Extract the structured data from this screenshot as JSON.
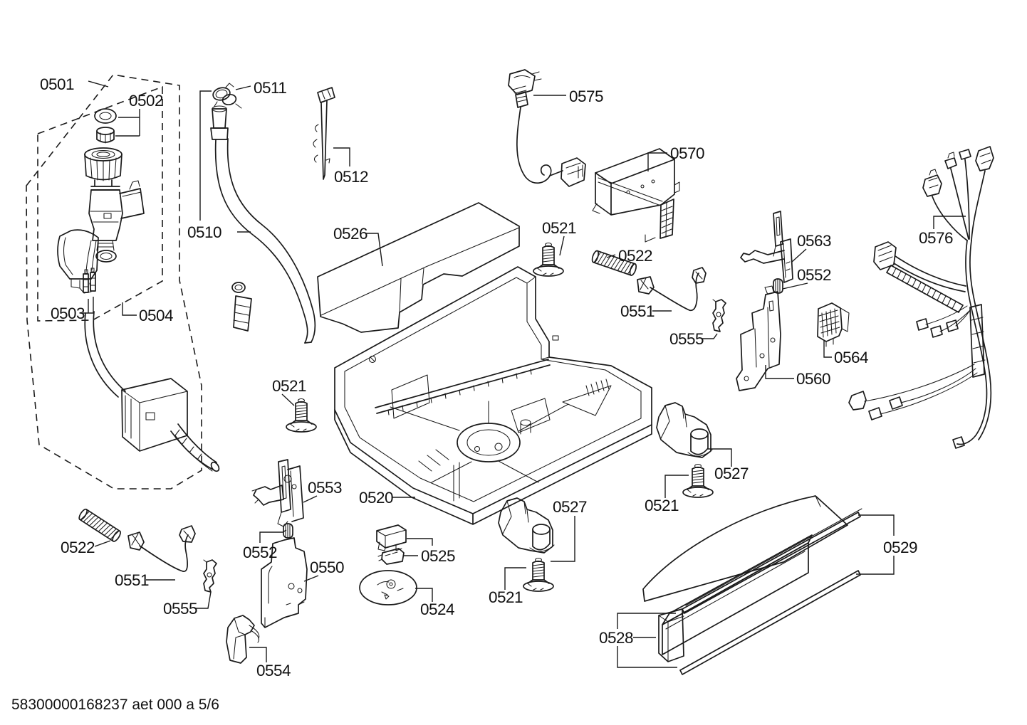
{
  "document": {
    "footer": "58300000168237 aet 000 a 5/6"
  },
  "colors": {
    "line": "#1a1a1a",
    "background": "#ffffff"
  },
  "callouts": {
    "c0501": "0501",
    "c0502": "0502",
    "c0503": "0503",
    "c0504": "0504",
    "c0510": "0510",
    "c0511": "0511",
    "c0512": "0512",
    "c0520": "0520",
    "c0521_top": "0521",
    "c0521_left": "0521",
    "c0521_bottom": "0521",
    "c0521_right": "0521",
    "c0522_top": "0522",
    "c0522_bottom": "0522",
    "c0524": "0524",
    "c0525": "0525",
    "c0526": "0526",
    "c0527_bottom": "0527",
    "c0527_right": "0527",
    "c0528": "0528",
    "c0529": "0529",
    "c0550": "0550",
    "c0551_top": "0551",
    "c0551_bottom": "0551",
    "c0552_right": "0552",
    "c0552_left": "0552",
    "c0553": "0553",
    "c0554": "0554",
    "c0555_top": "0555",
    "c0555_bottom": "0555",
    "c0560": "0560",
    "c0563": "0563",
    "c0564": "0564",
    "c0570": "0570",
    "c0575": "0575",
    "c0576": "0576"
  }
}
